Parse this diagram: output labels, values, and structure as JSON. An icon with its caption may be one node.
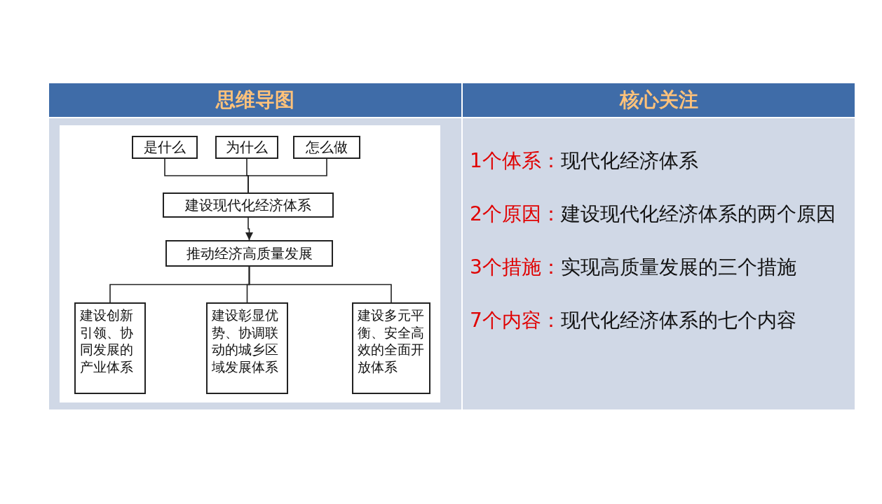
{
  "diagram": {
    "nodes": [
      {
        "text": [
          "是什么"
        ]
      },
      {
        "text": [
          "为什么"
        ]
      },
      {
        "text": [
          "怎么做"
        ]
      },
      {
        "text": [
          "建设现代化经济体系"
        ]
      },
      {
        "text": [
          "推动经济高质量发展"
        ]
      },
      {
        "text": [
          "建设创新引领、协同发展的产业体系"
        ]
      },
      {
        "text": [
          "建设彰显优势、协调联动的城乡区域发展体系"
        ]
      },
      {
        "text": [
          "建设多元平衡、安全高效的全面开放体系"
        ]
      }
    ],
    "edges": [
      {
        "from": 0,
        "to": 3,
        "arrow": "none"
      },
      {
        "from": 1,
        "to": 3,
        "arrow": "none"
      },
      {
        "from": 2,
        "to": 3,
        "arrow": "none"
      },
      {
        "from": 3,
        "to": 4,
        "arrow": "to"
      },
      {
        "from": 4,
        "to": 5,
        "arrow": "none"
      },
      {
        "from": 4,
        "to": 6,
        "arrow": "none"
      },
      {
        "from": 4,
        "to": 7,
        "arrow": "none"
      }
    ],
    "labels": [
      "思维导图",
      "核心关注",
      "1个体系：",
      "现代化经济体系",
      "2个原因：",
      "建设现代化经济体系的两个原因",
      "3个措施：",
      "实现高质量发展的三个措施",
      "7个内容：",
      "现代化经济体系的七个内容"
    ]
  }
}
